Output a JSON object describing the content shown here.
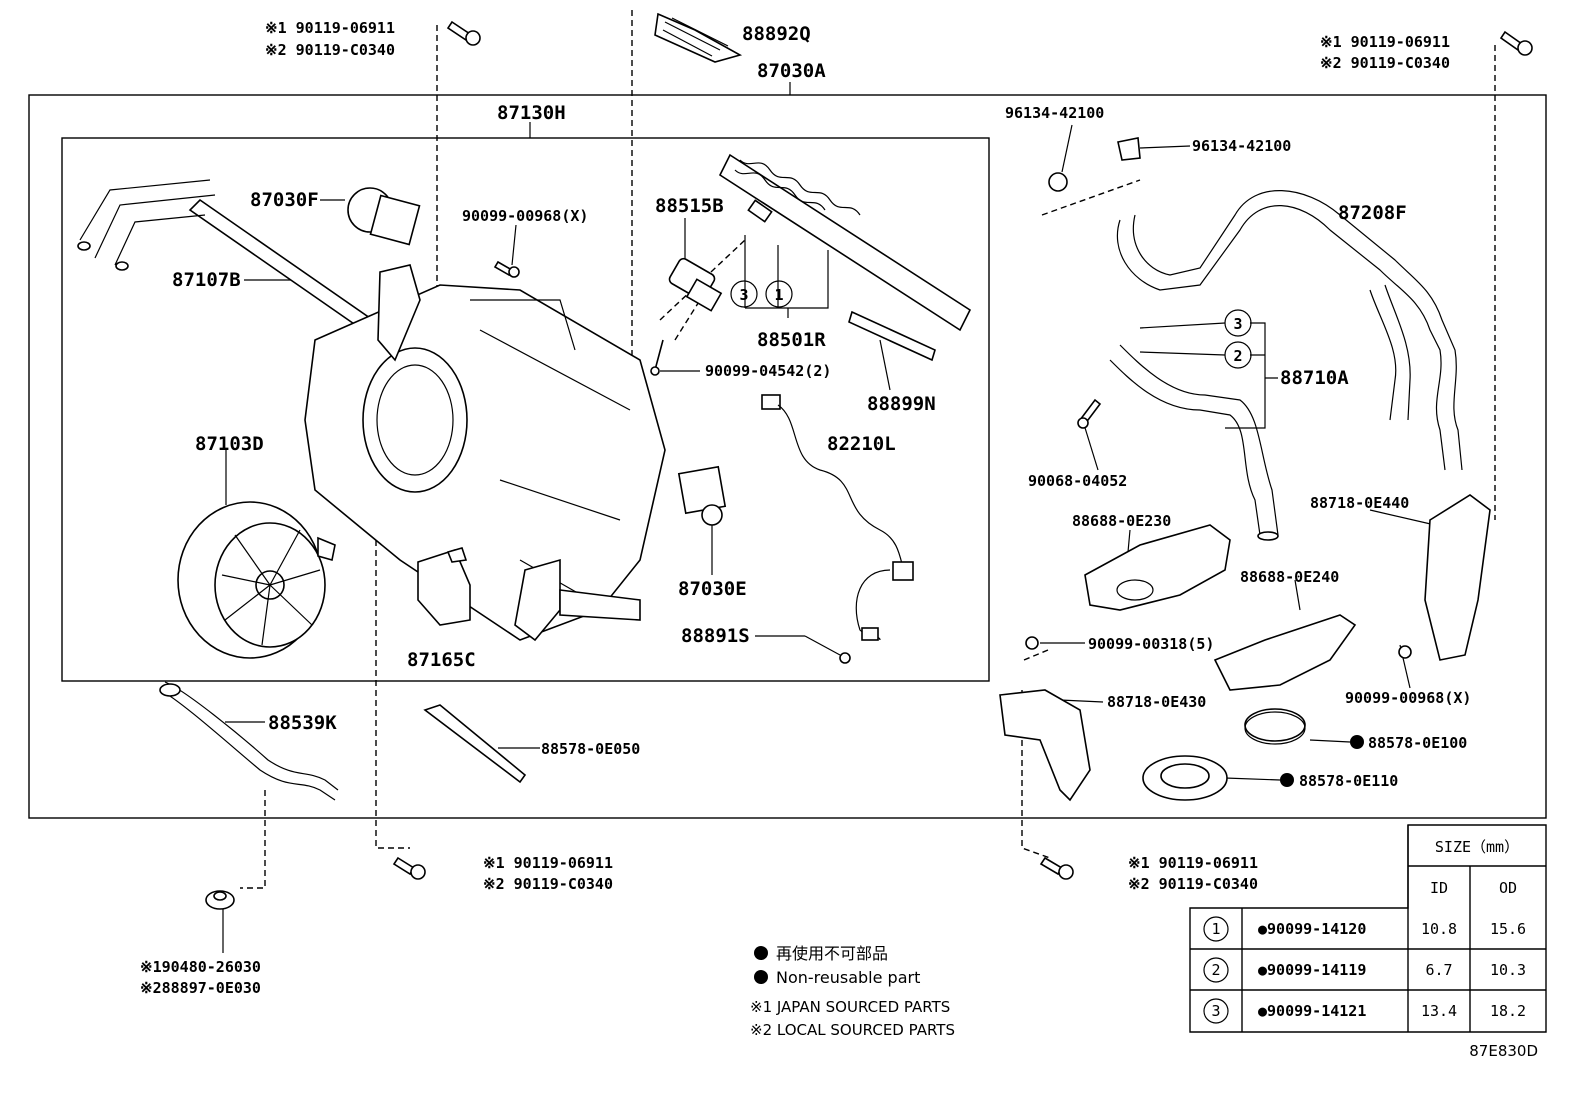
{
  "callouts": {
    "top_left_bolt_1": "※1  90119-06911",
    "top_left_bolt_2": "※2  90119-C0340",
    "p88892Q": "88892Q",
    "p87030A": "87030A",
    "top_right_bolt_1": "※1  90119-06911",
    "top_right_bolt_2": "※2  90119-C0340",
    "p87130H": "87130H",
    "p96134_a": "96134-42100",
    "p96134_b": "96134-42100",
    "p87030F": "87030F",
    "p90099_00968X_a": "90099-00968(X)",
    "p88515B": "88515B",
    "p87107B": "87107B",
    "p88501R": "88501R",
    "p90099_04542": "90099-04542(2)",
    "p88899N": "88899N",
    "p87103D": "87103D",
    "p82210L": "82210L",
    "p87208F": "87208F",
    "p88710A": "88710A",
    "p90068": "90068-04052",
    "p88718_0E440": "88718-0E440",
    "p88688_0E230": "88688-0E230",
    "p88688_0E240": "88688-0E240",
    "p87030E": "87030E",
    "p88891S": "88891S",
    "p87165C": "87165C",
    "p90099_00318": "90099-00318(5)",
    "p90099_00968X_b": "90099-00968(X)",
    "p88718_0E430": "88718-0E430",
    "p88539K": "88539K",
    "p88578_0E050": "88578-0E050",
    "p88578_0E100": "88578-0E100",
    "p88578_0E110": "88578-0E110",
    "bottom_mid_bolt_1": "※1  90119-06911",
    "bottom_mid_bolt_2": "※2  90119-C0340",
    "bottom_right_bolt_1": "※1  90119-06911",
    "bottom_right_bolt_2": "※2  90119-C0340",
    "grommet_1": "※190480-26030",
    "grommet_2": "※288897-0E030",
    "circ1": "1",
    "circ2": "2",
    "circ3": "3"
  },
  "legend": {
    "jp_nonreuse": "再使用不可部品",
    "nonreuse": "Non-reusable part",
    "japan_sourced": "※1 JAPAN SOURCED PARTS",
    "local_sourced": "※2 LOCAL SOURCED PARTS"
  },
  "size_table": {
    "title": "SIZE（mm）",
    "col_id": "ID",
    "col_od": "OD",
    "rows": [
      {
        "ref": "1",
        "part": "●90099-14120",
        "id": "10.8",
        "od": "15.6"
      },
      {
        "ref": "2",
        "part": "●90099-14119",
        "id": "6.7",
        "od": "10.3"
      },
      {
        "ref": "3",
        "part": "●90099-14121",
        "id": "13.4",
        "od": "18.2"
      }
    ]
  },
  "diagram_code": "87E830D"
}
